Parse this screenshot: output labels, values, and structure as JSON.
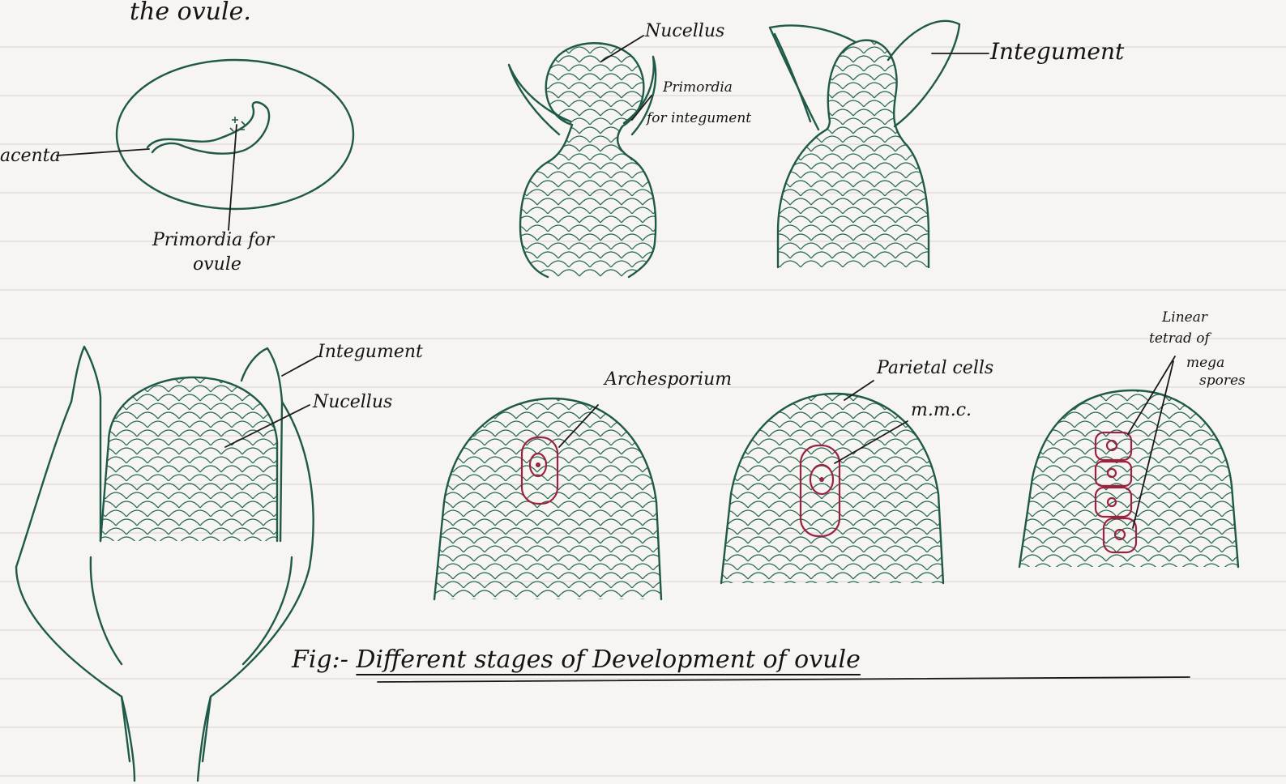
{
  "header_fragment": "the ovule.",
  "labels": {
    "placenta": "acenta",
    "primordia_for_ovule_line1": "Primordia for",
    "primordia_for_ovule_line2": "ovule",
    "nucellus_stage2": "Nucellus",
    "primordia_integument_line1": "Primordia",
    "primordia_integument_line2": "for integument",
    "integument_stage3": "Integument",
    "integument_stage4": "Integument",
    "nucellus_stage4": "Nucellus",
    "archesporium": "Archesporium",
    "parietal_cells": "Parietal cells",
    "mmc": "m.m.c.",
    "linear_line1": "Linear",
    "linear_line2": "tetrad of",
    "linear_line3": "mega",
    "linear_line4": "spores"
  },
  "caption": {
    "prefix": "Fig:-",
    "title": "Different stages of Development of ovule"
  },
  "colors": {
    "paper": "#f7f5f2",
    "tissue_ink": "#1f5a49",
    "cell_highlight": "#9c2340",
    "rule_line": "#d9cfd6"
  }
}
